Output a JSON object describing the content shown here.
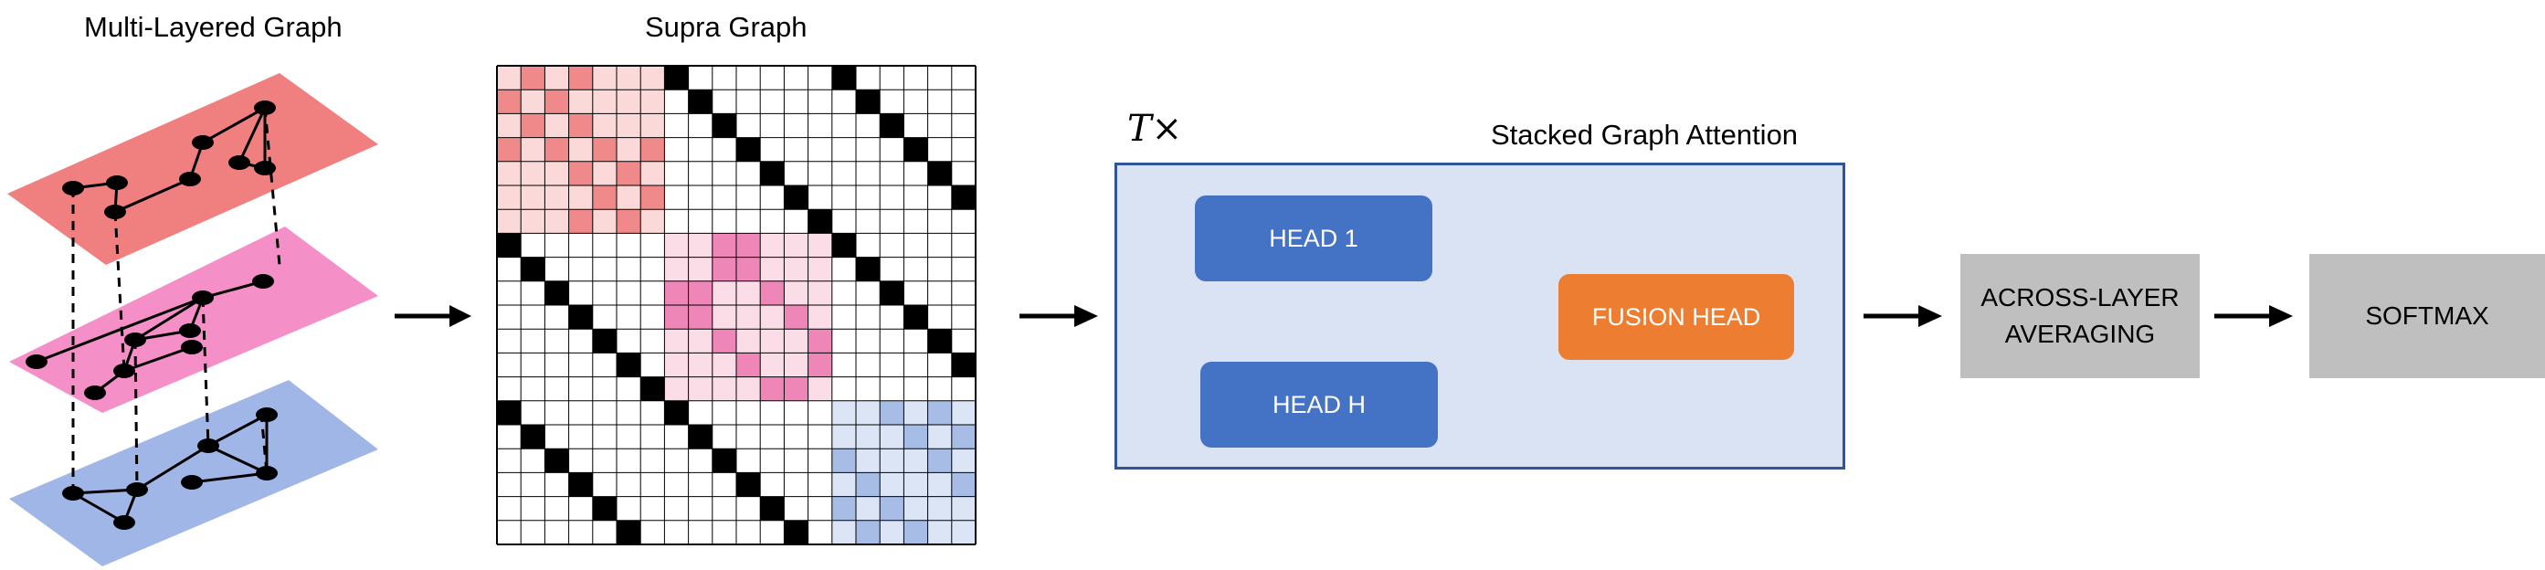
{
  "titles": {
    "multi_layer": "Multi-Layered Graph",
    "supra": "Supra Graph",
    "stacked": "Stacked Graph Attention",
    "repeat": "T×"
  },
  "blocks": {
    "head1": "HEAD 1",
    "headh": "HEAD H",
    "fusion": "FUSION HEAD",
    "averaging_line1": "ACROSS-LAYER",
    "averaging_line2": "AVERAGING",
    "softmax": "SOFTMAX"
  },
  "colors": {
    "layer_top": "#f08080",
    "layer_mid": "#f58fc8",
    "layer_bottom": "#9fb6e6",
    "block_top": "#fbd9d9",
    "block_top_cell": "#f08a8a",
    "block_mid": "#fbdde8",
    "block_mid_cell": "#ef86b8",
    "block_bottom": "#dce5f5",
    "block_bottom_cell": "#a7bde6",
    "head": "#4472c4",
    "fusion": "#ed7d31",
    "panel_fill": "#dae3f3",
    "panel_border": "#2f5597",
    "grey_box": "#bfbfbf"
  },
  "supra_matrix": {
    "rows": 20,
    "layers": 3,
    "layer_size": [
      7,
      7,
      6
    ]
  }
}
